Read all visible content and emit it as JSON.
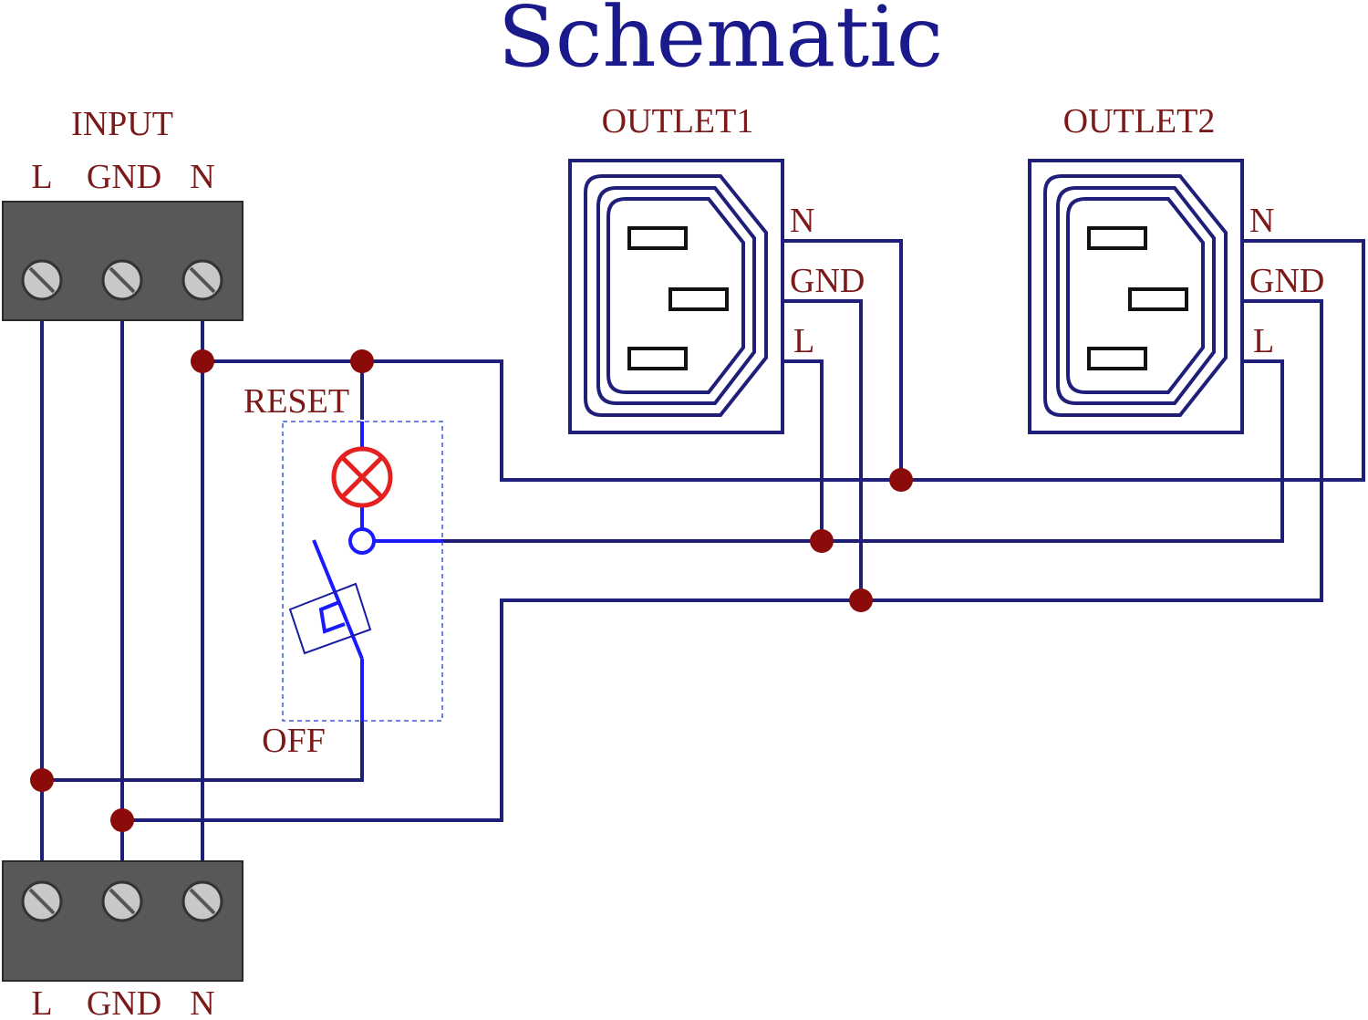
{
  "title": "Schematic",
  "input": {
    "label": "INPUT",
    "terminals": [
      "L",
      "GND",
      "N"
    ]
  },
  "output": {
    "terminals": [
      "L",
      "GND",
      "N"
    ]
  },
  "outlet1": {
    "label": "OUTLET1",
    "pins": [
      "N",
      "GND",
      "L"
    ]
  },
  "outlet2": {
    "label": "OUTLET2",
    "pins": [
      "N",
      "GND",
      "L"
    ]
  },
  "breaker": {
    "reset_label": "RESET",
    "off_label": "OFF"
  },
  "colors": {
    "title": "#1a1a8c",
    "labels": "#7a1a1a",
    "wire": "#1f1f7a",
    "junction": "#8b0a0a",
    "lamp": "#e52020",
    "terminal_block": "#58585a"
  }
}
